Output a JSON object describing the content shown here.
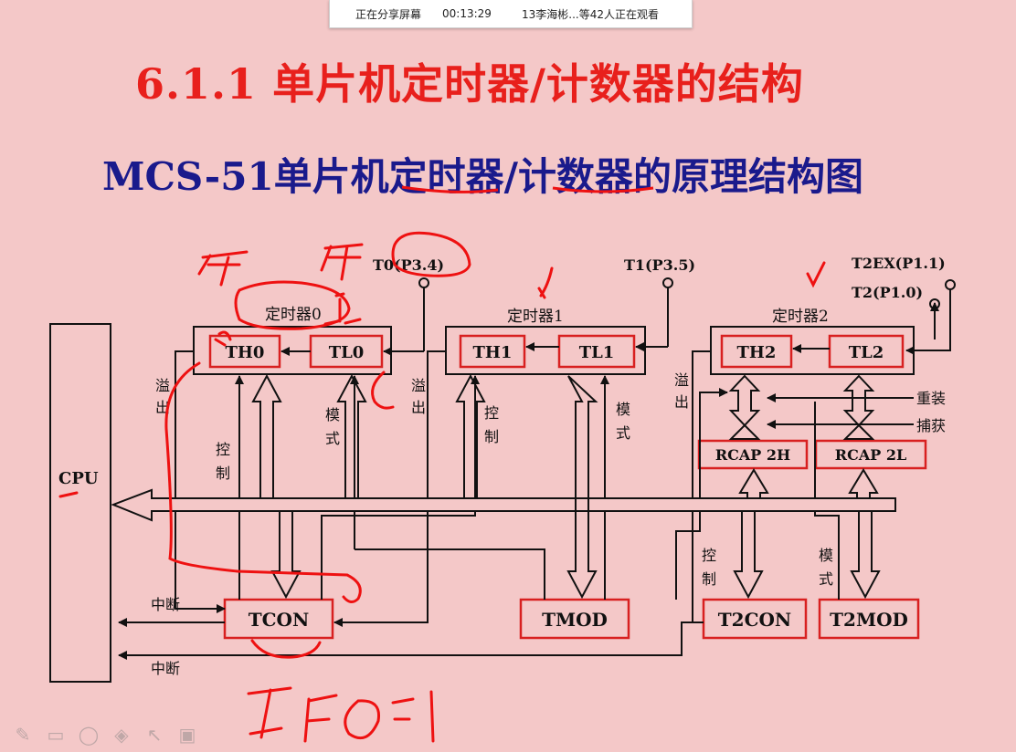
{
  "share_bar": {
    "status": "正在分享屏幕",
    "timer": "00:13:29",
    "viewers": "13李海彬...等42人正在观看"
  },
  "slide": {
    "title": "6.1.1  单片机定时器/计数器的结构",
    "subtitle": "MCS-51单片机定时器/计数器的原理结构图"
  },
  "diagram": {
    "cpu": "CPU",
    "timer0": {
      "label": "定时器0",
      "th": "TH0",
      "tl": "TL0",
      "pin": "T0(P3.4)"
    },
    "timer1": {
      "label": "定时器1",
      "th": "TH1",
      "tl": "TL1",
      "pin": "T1(P3.5)"
    },
    "timer2": {
      "label": "定时器2",
      "th": "TH2",
      "tl": "TL2",
      "pin_t2ex": "T2EX(P1.1)",
      "pin_t2": "T2(P1.0)"
    },
    "rcap2h": "RCAP 2H",
    "rcap2l": "RCAP 2L",
    "tcon": "TCON",
    "tmod": "TMOD",
    "t2con": "T2CON",
    "t2mod": "T2MOD",
    "reload": "重装",
    "capture": "捕获",
    "overflow_top": "溢",
    "overflow_bottom": "出",
    "control_top": "控",
    "control_bottom": "制",
    "mode_top": "模",
    "mode_bottom": "式",
    "interrupt": "中断"
  },
  "colors": {
    "background": "#f4c8c8",
    "title_red": "#e8201c",
    "subtitle_blue": "#1a1a8c",
    "box_red": "#d82020",
    "line_black": "#111111",
    "annotation_red": "#ee1111"
  },
  "toolbar_icons": [
    "pen-icon",
    "eraser-icon",
    "shape-icon",
    "highlighter-icon",
    "pointer-icon",
    "screen-icon"
  ]
}
